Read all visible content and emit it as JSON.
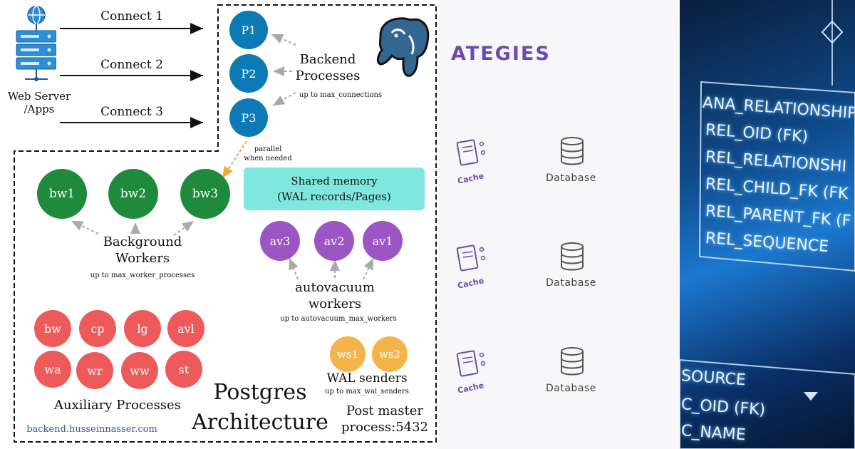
{
  "left": {
    "web_server_label_1": "Web Server",
    "web_server_label_2": "/Apps",
    "connections": [
      "Connect 1",
      "Connect 2",
      "Connect 3"
    ],
    "backend_processes": [
      "P1",
      "P2",
      "P3"
    ],
    "backend_title_1": "Backend",
    "backend_title_2": "Processes",
    "backend_note": "up to max_connections",
    "parallel_note_1": "parallel",
    "parallel_note_2": "when needed",
    "background_workers": [
      "bw1",
      "bw2",
      "bw3"
    ],
    "bg_title_1": "Background",
    "bg_title_2": "Workers",
    "bg_note": "up to max_worker_processes",
    "shared_memory_1": "Shared memory",
    "shared_memory_2": "(WAL records/Pages)",
    "autovacuum_workers": [
      "av3",
      "av2",
      "av1"
    ],
    "av_title_1": "autovacuum",
    "av_title_2": "workers",
    "av_note": "up to autovacuum_max_workers",
    "auxiliary": [
      "bw",
      "cp",
      "lg",
      "avl",
      "wa",
      "wr",
      "ww",
      "st"
    ],
    "aux_title": "Auxiliary Processes",
    "wal_senders": [
      "ws1",
      "ws2"
    ],
    "wal_title": "WAL senders",
    "wal_note": "up to max_wal_senders",
    "main_title_1": "Postgres",
    "main_title_2": "Architecture",
    "postmaster_1": "Post master",
    "postmaster_2": "process:5432",
    "website": "backend.husseinnasser.com"
  },
  "middle": {
    "heading": "ATEGIES",
    "cache_label": "Cache",
    "database_label": "Database"
  },
  "right": {
    "lines": [
      "ANA_RELATIONSHIP",
      "REL_OID (FK)",
      "REL_RELATIONSHI",
      "REL_CHILD_FK (FK",
      "REL_PARENT_FK (F",
      "REL_SEQUENCE",
      "SOURCE",
      "C_OID (FK)",
      "C_NAME"
    ]
  },
  "colors": {
    "backend": "#0d7ab5",
    "background_worker": "#1f8a3b",
    "shared_memory": "#7fe7e0",
    "autovacuum": "#9b56c4",
    "auxiliary": "#ee5a5a",
    "wal_sender": "#f3b54a",
    "accent_purple": "#6b4bb0"
  }
}
